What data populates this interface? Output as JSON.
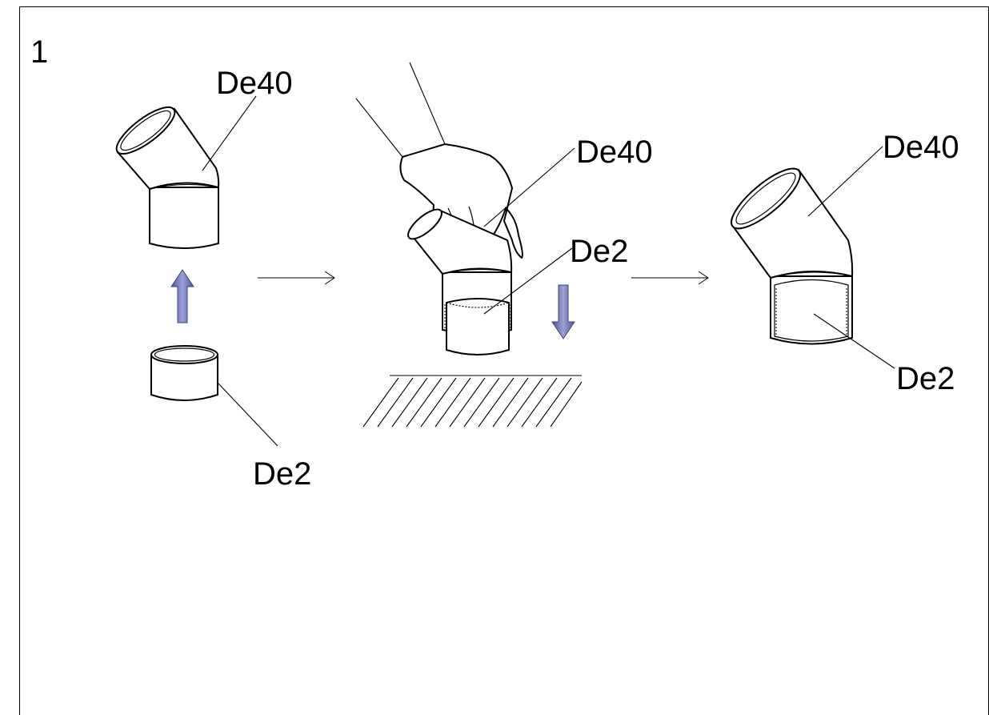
{
  "step_number": "1",
  "labels": {
    "elbow_left": "De40",
    "ring_left": "De2",
    "elbow_middle": "De40",
    "ring_middle": "De2",
    "elbow_right": "De40",
    "ring_right": "De2"
  },
  "colors": {
    "arrow_fill": "#7f86c4",
    "arrow_dark": "#4c5499",
    "line": "#000000",
    "background": "#ffffff"
  },
  "icons": {
    "up_arrow": "arrow-up-icon",
    "down_arrow": "arrow-down-icon",
    "flow_arrow": "arrow-right-icon"
  }
}
